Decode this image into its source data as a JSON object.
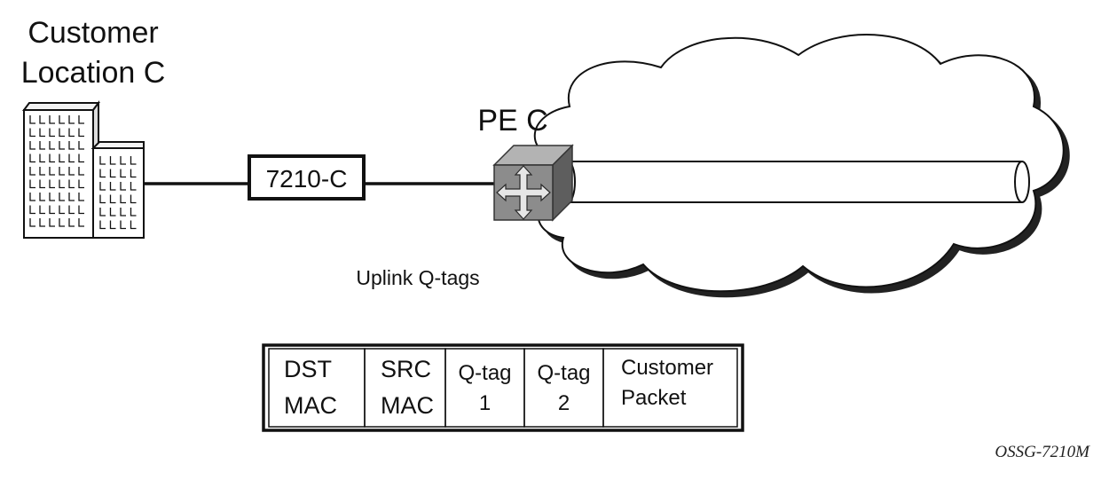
{
  "customer_location": {
    "line1": "Customer",
    "line2": "Location C"
  },
  "device_label": "7210-C",
  "pe_label": "PE C",
  "uplink_label": "Uplink Q-tags",
  "frame_fields": [
    {
      "line1": "DST",
      "line2": "MAC"
    },
    {
      "line1": "SRC",
      "line2": "MAC"
    },
    {
      "line1": "Q-tag",
      "line2": "1"
    },
    {
      "line1": "Q-tag",
      "line2": "2"
    },
    {
      "line1": "Customer",
      "line2": "Packet"
    }
  ],
  "figure_id": "OSSG-7210M",
  "colors": {
    "stroke": "#111111",
    "cube_front": "#8c8c8c",
    "cube_top": "#b3b3b3",
    "cube_side": "#5e5e5e",
    "cloud_shadow": "#222222"
  },
  "icons": [
    "building-icon",
    "router-cube-icon",
    "cloud-icon",
    "tunnel-pipe-icon"
  ]
}
